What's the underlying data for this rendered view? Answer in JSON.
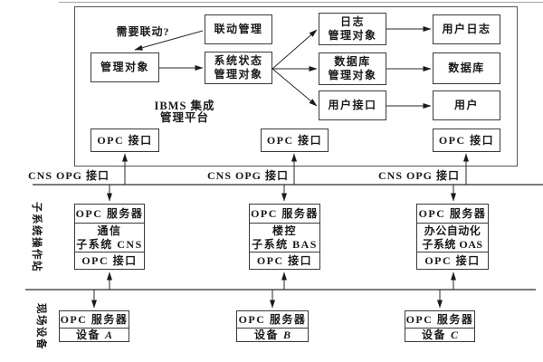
{
  "platform": {
    "title": "IBMS 集成\n管理平台",
    "question_label": "需要联动?",
    "linkage_mgmt": "联动管理",
    "managed_object": "管理对象",
    "system_status_mgr": "系统状态\n管理对象",
    "log_mgr": "日志\n管理对象",
    "db_mgr": "数据库\n管理对象",
    "user_interface": "用户接口",
    "user_log": "用户日志",
    "database": "数据库",
    "user": "用户",
    "opc_interfaces": [
      "OPC 接口",
      "OPC 接口",
      "OPC 接口"
    ]
  },
  "bus_labels": [
    "CNS OPG 接口",
    "CNS OPG 接口",
    "CNS OPG 接口"
  ],
  "section_labels": {
    "subsystem_station": "子系统操作站",
    "field_devices": "现场设备"
  },
  "subsystems": [
    {
      "server": "OPC 服务器",
      "name": "通信\n子系统 CNS",
      "interface": "OPC 接口"
    },
    {
      "server": "OPC 服务器",
      "name": "楼控\n子系统 BAS",
      "interface": "OPC 接口"
    },
    {
      "server": "OPC 服务器",
      "name": "办公自动化\n子系统 OAS",
      "interface": "OPC 接口"
    }
  ],
  "devices": [
    {
      "server": "OPC 服务器",
      "label": "设备",
      "id": "A"
    },
    {
      "server": "OPC 服务器",
      "label": "设备",
      "id": "B"
    },
    {
      "server": "OPC 服务器",
      "label": "设备",
      "id": "C"
    }
  ],
  "colors": {
    "line": "#2a2a2a",
    "text": "#1a1a1a",
    "background": "#ffffff",
    "top_rule": "#a6a6a6"
  }
}
